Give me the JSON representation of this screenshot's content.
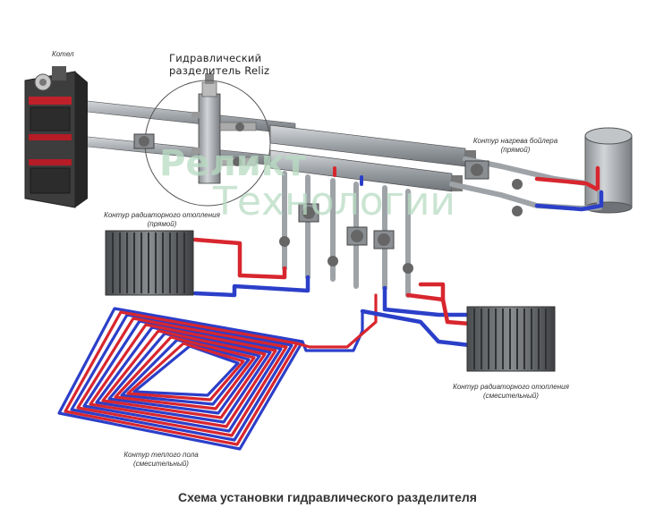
{
  "labels": {
    "boiler": "Котел",
    "separator_line1": "Гидравлический",
    "separator_line2": "разделитель Reliz",
    "boiler_tank_line1": "Контур нагрева бойлера",
    "boiler_tank_line2": "(прямой)",
    "radiator_direct_line1": "Контур радиаторного отопления",
    "radiator_direct_line2": "(прямой)",
    "radiator_mix_line1": "Контур радиаторного отопления",
    "radiator_mix_line2": "(смесительный)",
    "floor_line1": "Контур теплого пола",
    "floor_line2": "(смесительный)"
  },
  "watermark": {
    "line1": "Реликт",
    "line2": "Технологии"
  },
  "caption": "Схема установки гидравлического разделителя",
  "colors": {
    "supply_pipe": "#d8262e",
    "return_pipe": "#2b3fc9",
    "steel": "#9ea3a8",
    "boiler_body": "#3b3b3b",
    "boiler_accent": "#c0202a",
    "watermark": "#b9dcc3"
  }
}
